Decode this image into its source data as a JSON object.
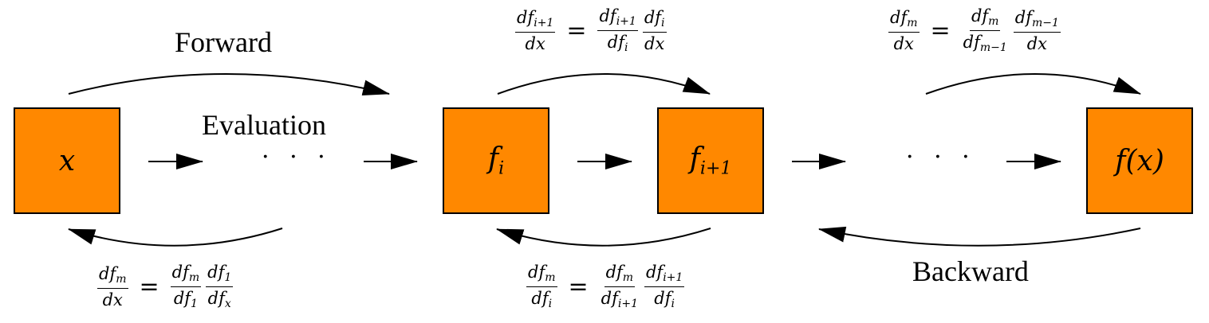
{
  "labels": {
    "forward": "Forward",
    "evaluation": "Evaluation",
    "backward": "Backward"
  },
  "nodes": {
    "x": {
      "base": "x"
    },
    "fi": {
      "base": "f",
      "sub": "i"
    },
    "fi1": {
      "base": "f",
      "sub": "i+1"
    },
    "fx": {
      "base": "f(x)"
    },
    "dots": "· · ·"
  },
  "equations": {
    "forward_i": {
      "lhs": {
        "num_base": "df",
        "num_sub": "i+1",
        "den": "dx"
      },
      "equals": "=",
      "rhs1": {
        "num_base": "df",
        "num_sub": "i+1",
        "den_base": "df",
        "den_sub": "i"
      },
      "rhs2": {
        "num_base": "df",
        "num_sub": "i",
        "den": "dx"
      }
    },
    "forward_m": {
      "lhs": {
        "num_base": "df",
        "num_sub": "m",
        "den": "dx"
      },
      "equals": "=",
      "rhs1": {
        "num_base": "df",
        "num_sub": "m",
        "den_base": "df",
        "den_sub": "m−1"
      },
      "rhs2": {
        "num_base": "df",
        "num_sub": "m−1",
        "den": "dx"
      }
    },
    "backward_x": {
      "lhs": {
        "num_base": "df",
        "num_sub": "m",
        "den": "dx"
      },
      "equals": "=",
      "rhs1": {
        "num_base": "df",
        "num_sub": "m",
        "den_base": "df",
        "den_sub": "1"
      },
      "rhs2": {
        "num_base": "df",
        "num_sub": "1",
        "den_base": "df",
        "den_sub": "x"
      }
    },
    "backward_i": {
      "lhs": {
        "num_base": "df",
        "num_sub": "m",
        "den_base": "df",
        "den_sub": "i"
      },
      "equals": "=",
      "rhs1": {
        "num_base": "df",
        "num_sub": "m",
        "den_base": "df",
        "den_sub": "i+1"
      },
      "rhs2": {
        "num_base": "df",
        "num_sub": "i+1",
        "den_base": "df",
        "den_sub": "i"
      }
    }
  },
  "colors": {
    "box_fill": "#ff8800",
    "stroke": "#000000"
  }
}
